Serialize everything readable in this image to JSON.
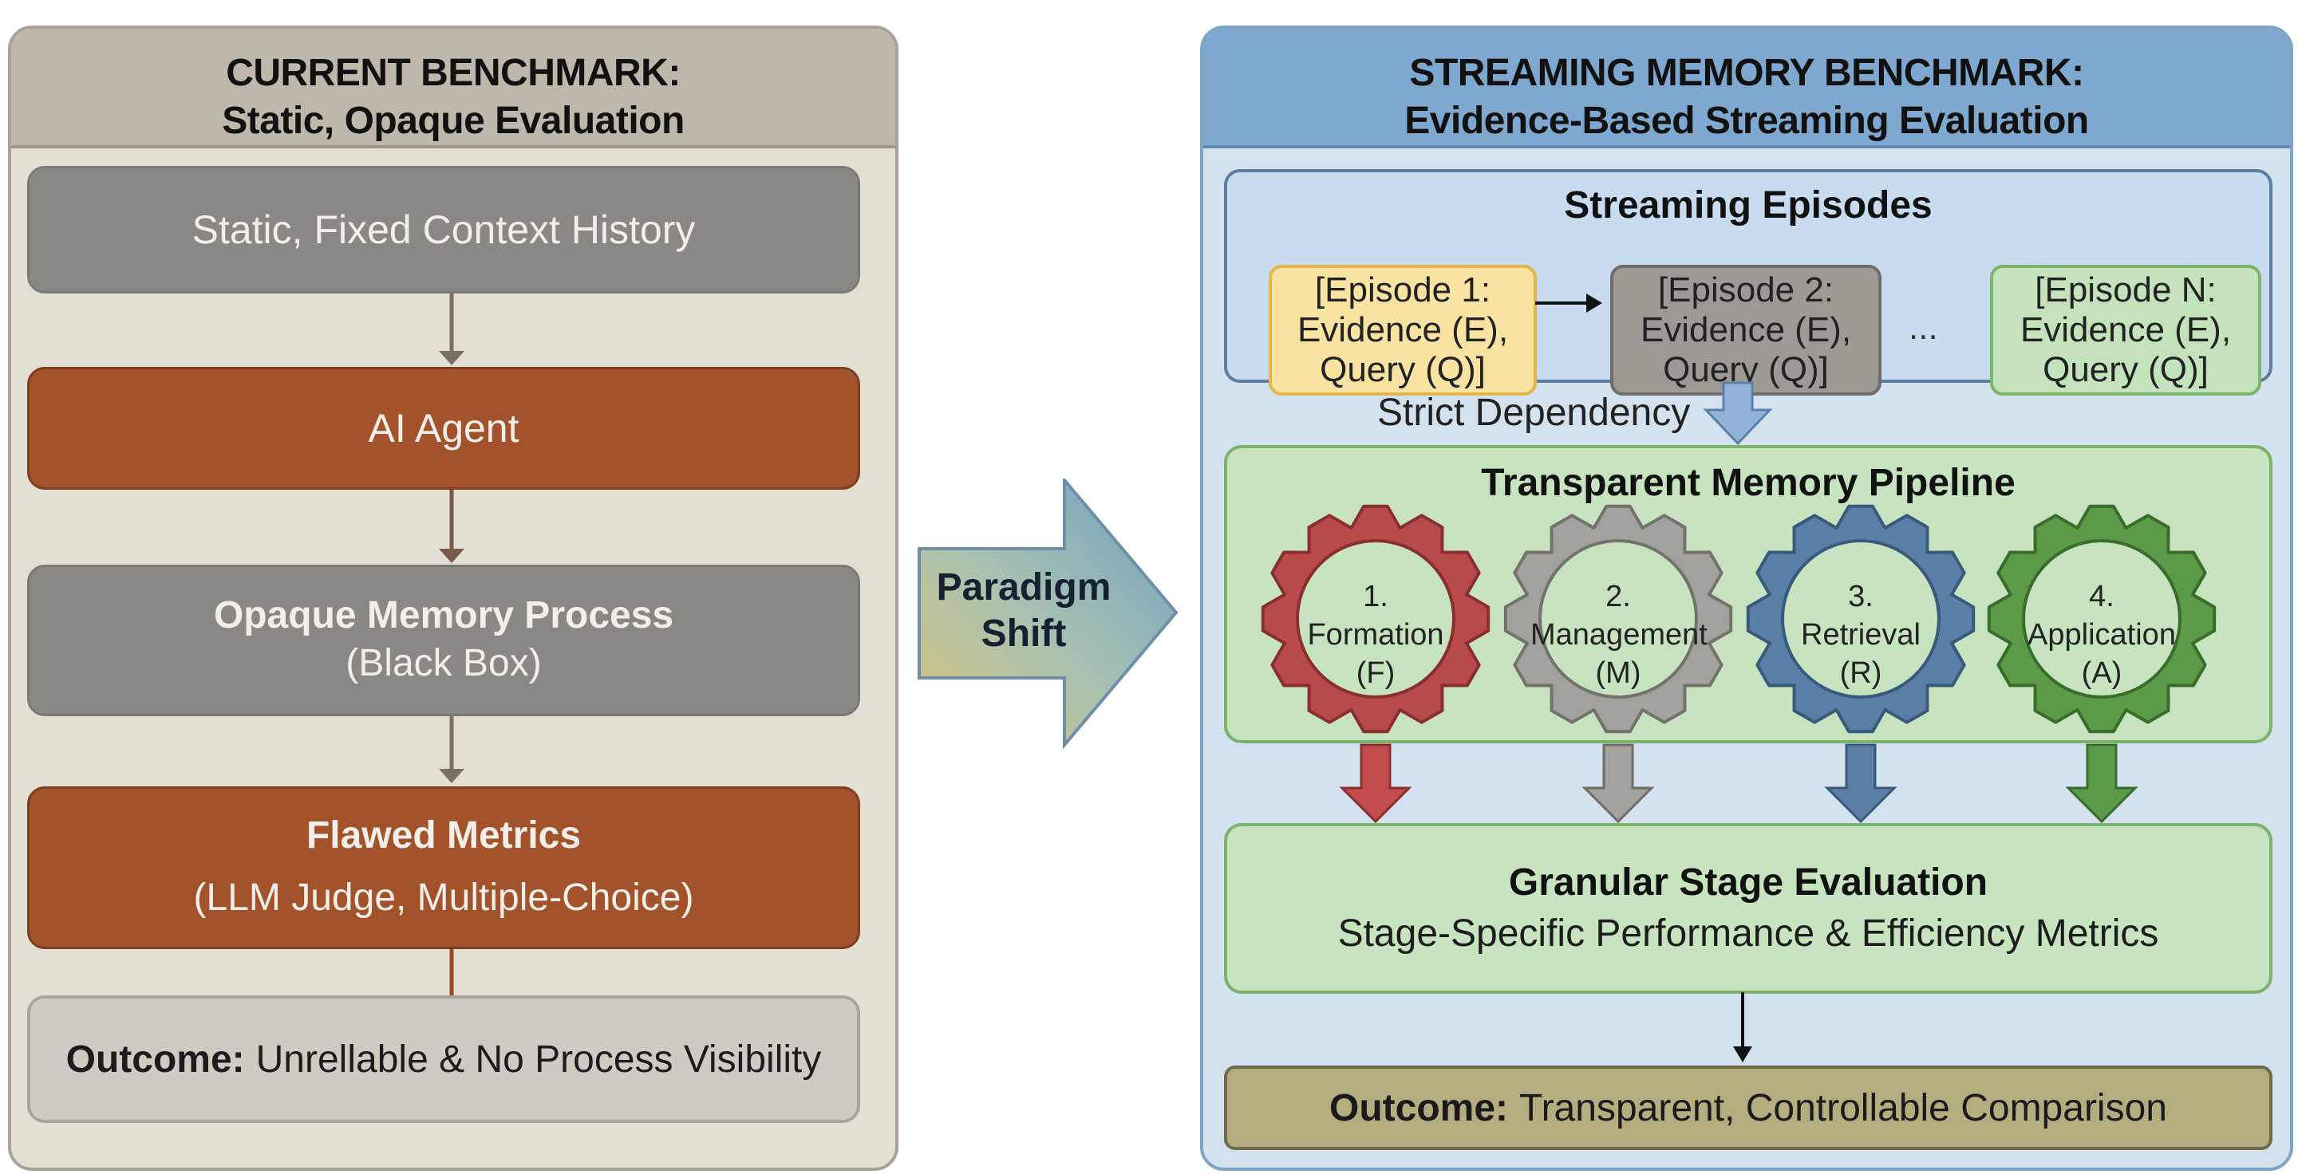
{
  "left": {
    "title_line1": "CURRENT BENCHMARK:",
    "title_line2": "Static, Opaque Evaluation",
    "steps": [
      {
        "label": "Static, Fixed Context History"
      },
      {
        "label": "AI Agent"
      },
      {
        "label": "Opaque Memory Process",
        "sub": "(Black Box)"
      },
      {
        "label": "Flawed Metrics",
        "sub": "(LLM Judge, Multiple-Choice)"
      }
    ],
    "outcome_label": "Outcome:",
    "outcome_text": "Unrellable & No Process Visibility"
  },
  "center": {
    "line1": "Paradigm",
    "line2": "Shift"
  },
  "right": {
    "title_line1": "STREAMING MEMORY BENCHMARK:",
    "title_line2": "Evidence-Based Streaming Evaluation",
    "episodes_title": "Streaming Episodes",
    "episodes": [
      {
        "l1": "[Episode 1:",
        "l2": "Evidence (E),",
        "l3": "Query (Q)]"
      },
      {
        "l1": "[Episode 2:",
        "l2": "Evidence (E),",
        "l3": "Query (Q)]"
      },
      {
        "l1": "[Episode N:",
        "l2": "Evidence (E),",
        "l3": "Query (Q)]"
      }
    ],
    "ellipsis": "...",
    "dependency_label": "Strict Dependency",
    "pipeline_title": "Transparent Memory Pipeline",
    "stages": [
      {
        "num": "1.",
        "name": "Formation",
        "abbr": "(F)"
      },
      {
        "num": "2.",
        "name": "Management",
        "abbr": "(M)"
      },
      {
        "num": "3.",
        "name": "Retrieval",
        "abbr": "(R)"
      },
      {
        "num": "4.",
        "name": "Application",
        "abbr": "(A)"
      }
    ],
    "evaluation_title": "Granular Stage Evaluation",
    "evaluation_sub": "Stage-Specific Performance & Efficiency Metrics",
    "outcome_label": "Outcome:",
    "outcome_text": "Transparent, Controllable Comparison"
  },
  "colors": {
    "left_panel_bg": "#e4dfd5",
    "gray_box": "#8a8882",
    "brown_box": "#a2532c",
    "right_panel_bg": "#d3e2ee",
    "right_header": "#7ea8cf",
    "gear_formation": "#b84a4a",
    "gear_management": "#a3a19b",
    "gear_retrieval": "#5a7fa6",
    "gear_application": "#5b9a46"
  }
}
